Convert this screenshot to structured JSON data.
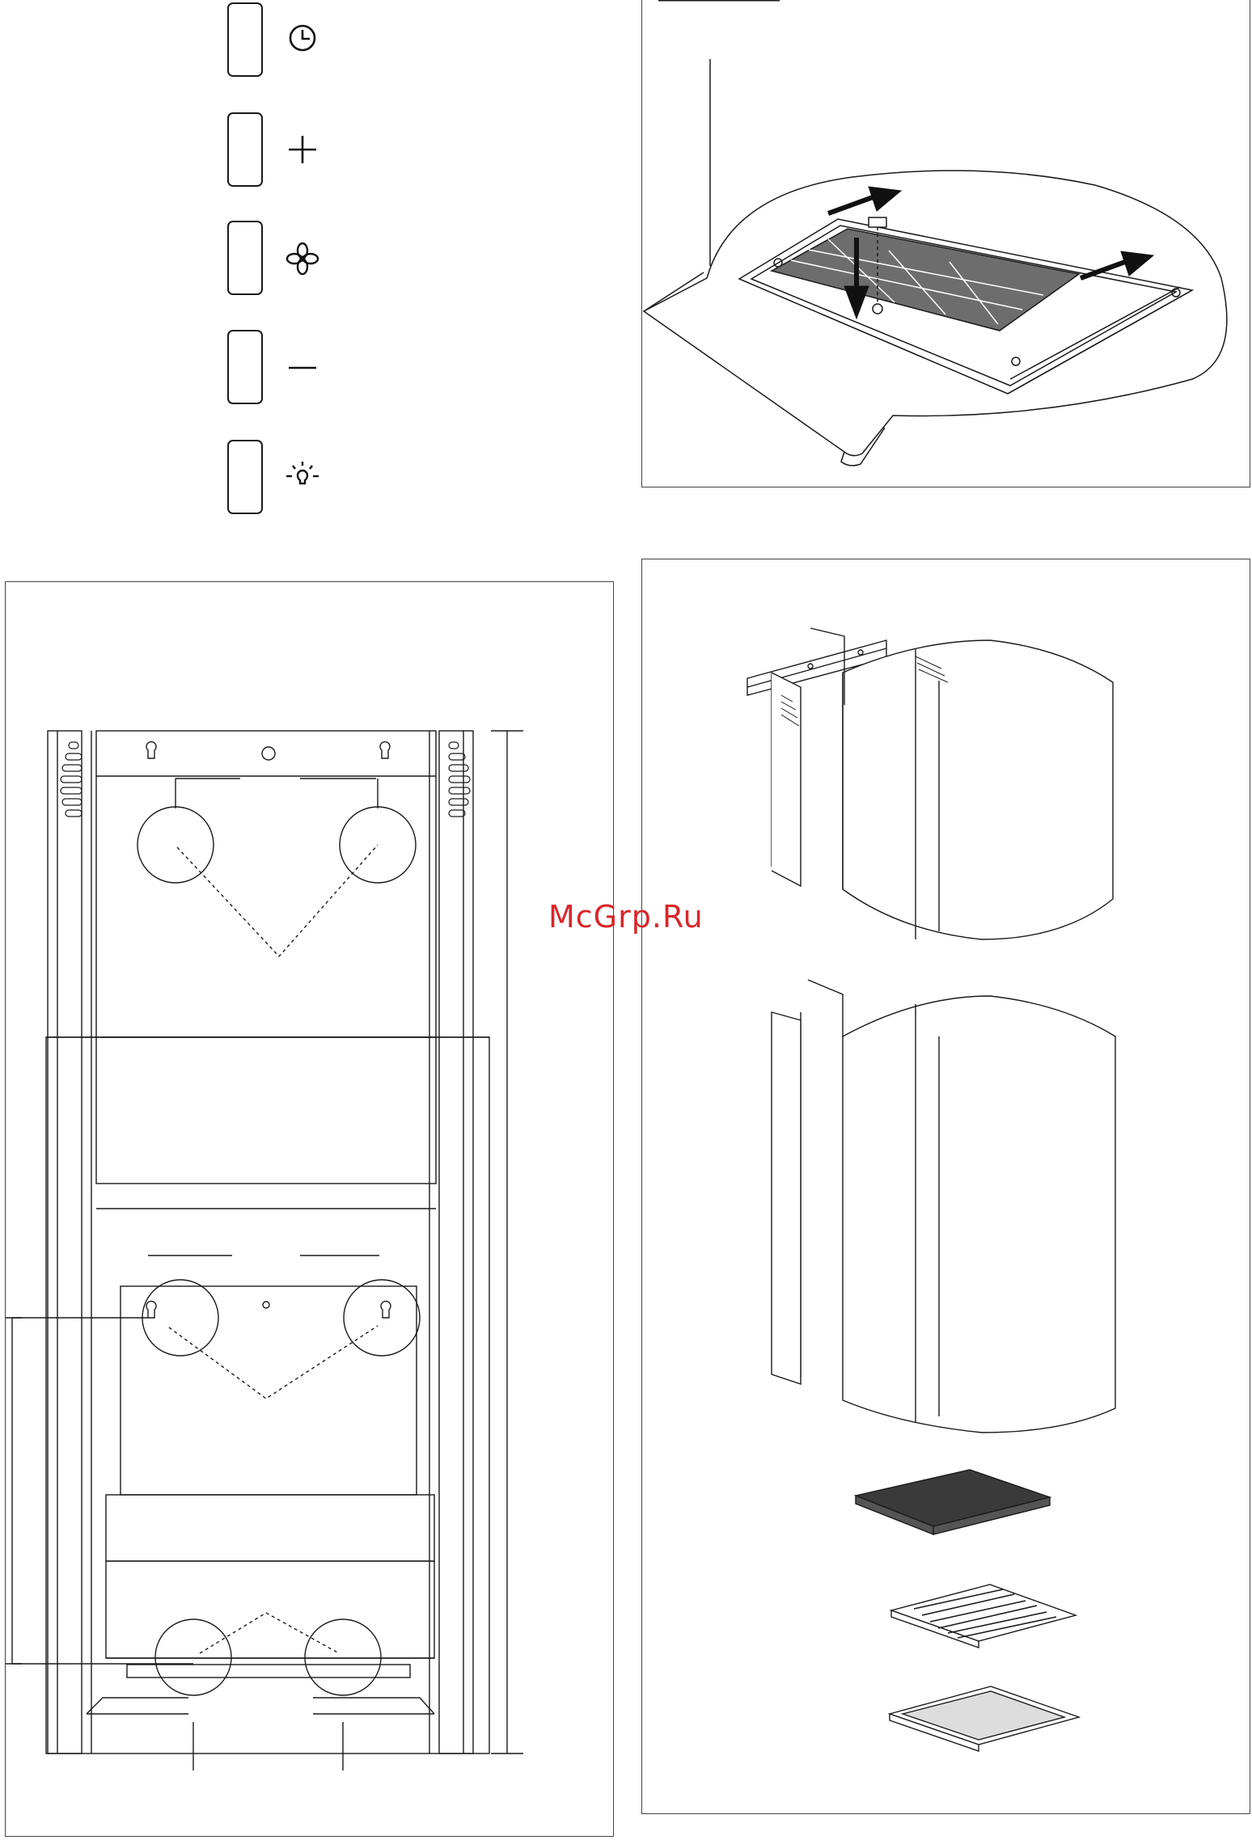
{
  "control_panel": {
    "buttons": [
      {
        "icon": "clock-icon"
      },
      {
        "icon": "plus-icon"
      },
      {
        "icon": "fan-icon"
      },
      {
        "icon": "minus-icon"
      },
      {
        "icon": "light-bulb-icon"
      }
    ]
  },
  "figures": {
    "filter_install": {
      "description_icon": "filter-installation-illustration"
    },
    "mounting_drawing": {
      "description_icon": "wall-mounting-template-drawing"
    },
    "parts": {
      "description_icon": "exploded-parts-illustration"
    }
  },
  "watermark": {
    "text": "McGrp.Ru"
  },
  "colors": {
    "line": "#1a1a1a",
    "filter_fill": "#6d6d6d",
    "watermark": "#d9262b"
  }
}
